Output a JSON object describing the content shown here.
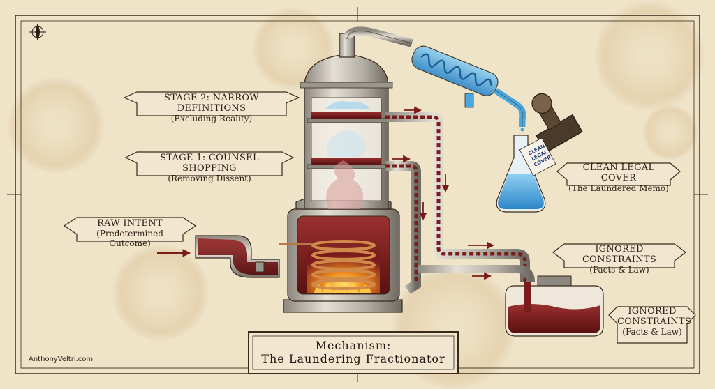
{
  "title": {
    "line1": "Mechanism:",
    "line2": "The Laundering Fractionator"
  },
  "credit": "AnthonyVeltri.com",
  "labels": {
    "stage2": {
      "title": "STAGE 2: NARROW DEFINITIONS",
      "subtitle": "(Excluding Reality)"
    },
    "stage1": {
      "title": "STAGE 1: COUNSEL SHOPPING",
      "subtitle": "(Removing Dissent)"
    },
    "raw_intent": {
      "title": "RAW INTENT",
      "subtitle": "(Predetermined Outcome)"
    },
    "clean_cover": {
      "title": "CLEAN LEGAL COVER",
      "subtitle": "(The Laundered Memo)"
    },
    "ignored1": {
      "title": "IGNORED CONSTRAINTS",
      "subtitle": "(Facts & Law)"
    },
    "ignored2": {
      "title": "IGNORED CONSTRAINTS",
      "subtitle": "(Facts & Law)"
    }
  },
  "stamp": {
    "line1": "CLEAN",
    "line2": "LEGAL",
    "line3": "COVER"
  },
  "colors": {
    "paper": "#efe3c8",
    "ink": "#2a1e14",
    "wine": "#7a1c1c",
    "blue": "#4aa8de",
    "metal": "#b9b4aa",
    "fire": "#f08a1c"
  },
  "icons": {
    "compass": "compass-rose-icon",
    "stamp": "rubber-stamp-icon"
  }
}
